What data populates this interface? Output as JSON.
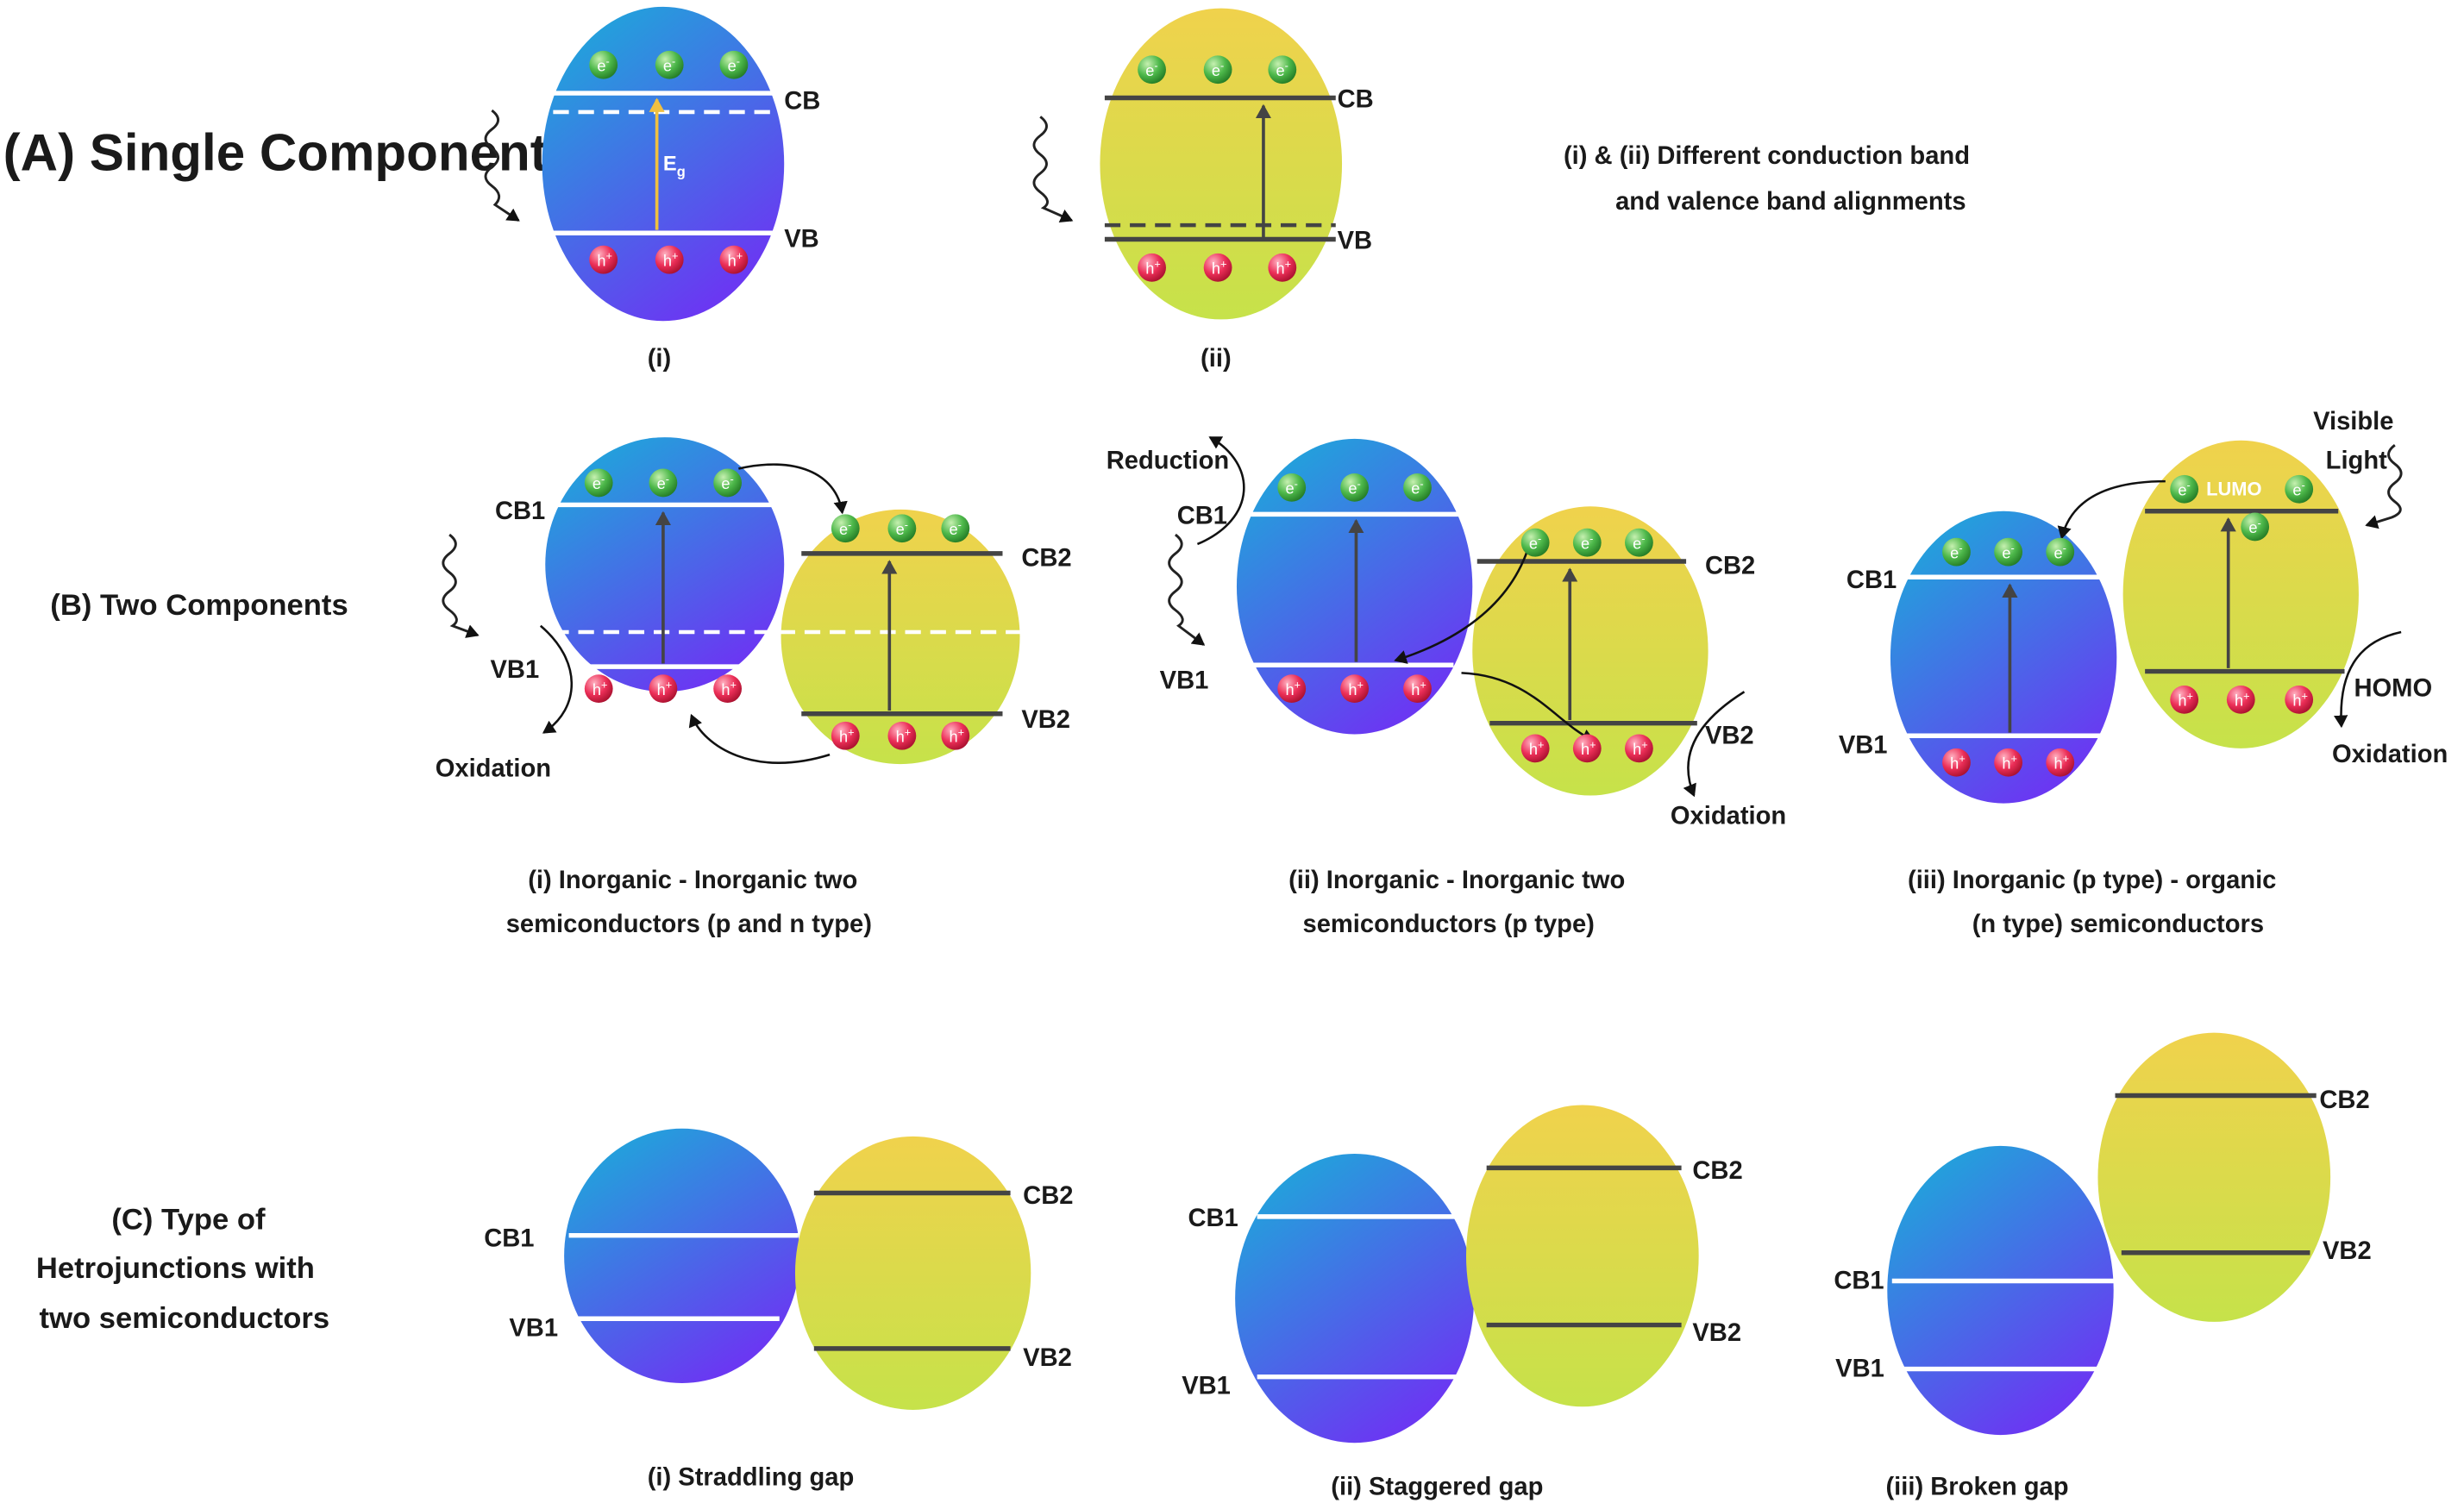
{
  "colors": {
    "blue_top": "#1ea8d8",
    "blue_bottom": "#6a3cf0",
    "yellow_top": "#ecd64a",
    "yellow_bottom": "#c9e04a",
    "electron": "#3aa83a",
    "hole": "#e8224a",
    "band_dark": "#444444",
    "band_white": "#ffffff",
    "eg_arrow": "#f0c040"
  },
  "sections": {
    "a": "(A) Single Component",
    "b": "(B) Two Components",
    "c_line1": "(C) Type of",
    "c_line2": "Hetrojunctions with",
    "c_line3": "two semiconductors"
  },
  "a_note": {
    "line1": "(i) & (ii) Different conduction band",
    "line2": "and valence band alignments"
  },
  "a_i": {
    "cb": "CB",
    "vb": "VB",
    "eg": "E",
    "eg_sub": "g",
    "caption": "(i)"
  },
  "a_ii": {
    "cb": "CB",
    "vb": "VB",
    "caption": "(ii)"
  },
  "particles": {
    "electron": "e",
    "hole": "h",
    "minus": "-",
    "plus": "+"
  },
  "b_i": {
    "cb1": "CB1",
    "vb1": "VB1",
    "cb2": "CB2",
    "vb2": "VB2",
    "oxidation": "Oxidation",
    "caption1": "(i) Inorganic - Inorganic two",
    "caption2": "semiconductors (p and n type)"
  },
  "b_ii": {
    "cb1": "CB1",
    "vb1": "VB1",
    "cb2": "CB2",
    "vb2": "VB2",
    "reduction": "Reduction",
    "oxidation": "Oxidation",
    "caption1": "(ii) Inorganic - Inorganic two",
    "caption2": "semiconductors (p type)"
  },
  "b_iii": {
    "cb1": "CB1",
    "vb1": "VB1",
    "lumo": "LUMO",
    "homo": "HOMO",
    "visible1": "Visible",
    "visible2": "Light",
    "oxidation": "Oxidation",
    "caption1": "(iii) Inorganic (p type) - organic",
    "caption2": "(n type) semiconductors"
  },
  "c_i": {
    "cb1": "CB1",
    "vb1": "VB1",
    "cb2": "CB2",
    "vb2": "VB2",
    "caption": "(i) Straddling gap"
  },
  "c_ii": {
    "cb1": "CB1",
    "vb1": "VB1",
    "cb2": "CB2",
    "vb2": "VB2",
    "caption": "(ii) Staggered gap"
  },
  "c_iii": {
    "cb1": "CB1",
    "vb1": "VB1",
    "cb2": "CB2",
    "vb2": "VB2",
    "caption": "(iii) Broken gap"
  }
}
